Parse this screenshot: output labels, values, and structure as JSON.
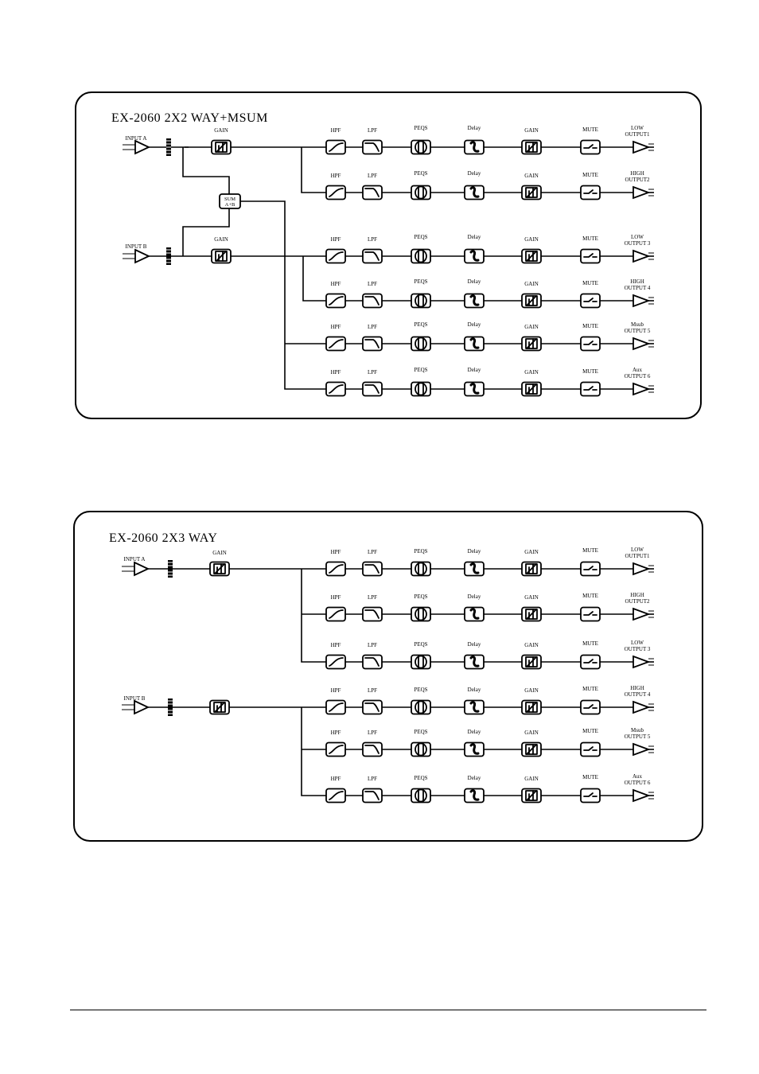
{
  "diagrams": [
    {
      "title": "EX-2060 2X2 WAY+MSUM",
      "input_labels": [
        "INPUT A",
        "INPUT B"
      ],
      "input_gain_labels": [
        "GAIN",
        "GAIN"
      ],
      "sum_label": [
        "SUM",
        "A+B"
      ],
      "block_labels": [
        "HPF",
        "LPF",
        "PEQS",
        "Delay",
        "GAIN",
        "MUTE"
      ],
      "outputs": [
        [
          "LOW",
          "OUTPUT1"
        ],
        [
          "HIGH",
          "OUTPUT2"
        ],
        [
          "LOW",
          "OUTPUT 3"
        ],
        [
          "HIGH",
          "OUTPUT 4"
        ],
        [
          "Msub",
          "OUTPUT 5"
        ],
        [
          "Aux",
          "OUTPUT 6"
        ]
      ]
    },
    {
      "title": "EX-2060 2X3 WAY",
      "input_labels": [
        "INPUT A",
        "INPUT B"
      ],
      "input_gain_labels": [
        "GAIN",
        ""
      ],
      "block_labels": [
        "HPF",
        "LPF",
        "PEQS",
        "Delay",
        "GAIN",
        "MUTE"
      ],
      "outputs": [
        [
          "LOW",
          "OUTPUT1"
        ],
        [
          "HIGH",
          "OUTPUT2"
        ],
        [
          "LOW",
          "OUTPUT 3"
        ],
        [
          "HIGH",
          "OUTPUT 4"
        ],
        [
          "Msub",
          "OUTPUT 5"
        ],
        [
          "Aux",
          "OUTPUT 6"
        ]
      ]
    }
  ]
}
